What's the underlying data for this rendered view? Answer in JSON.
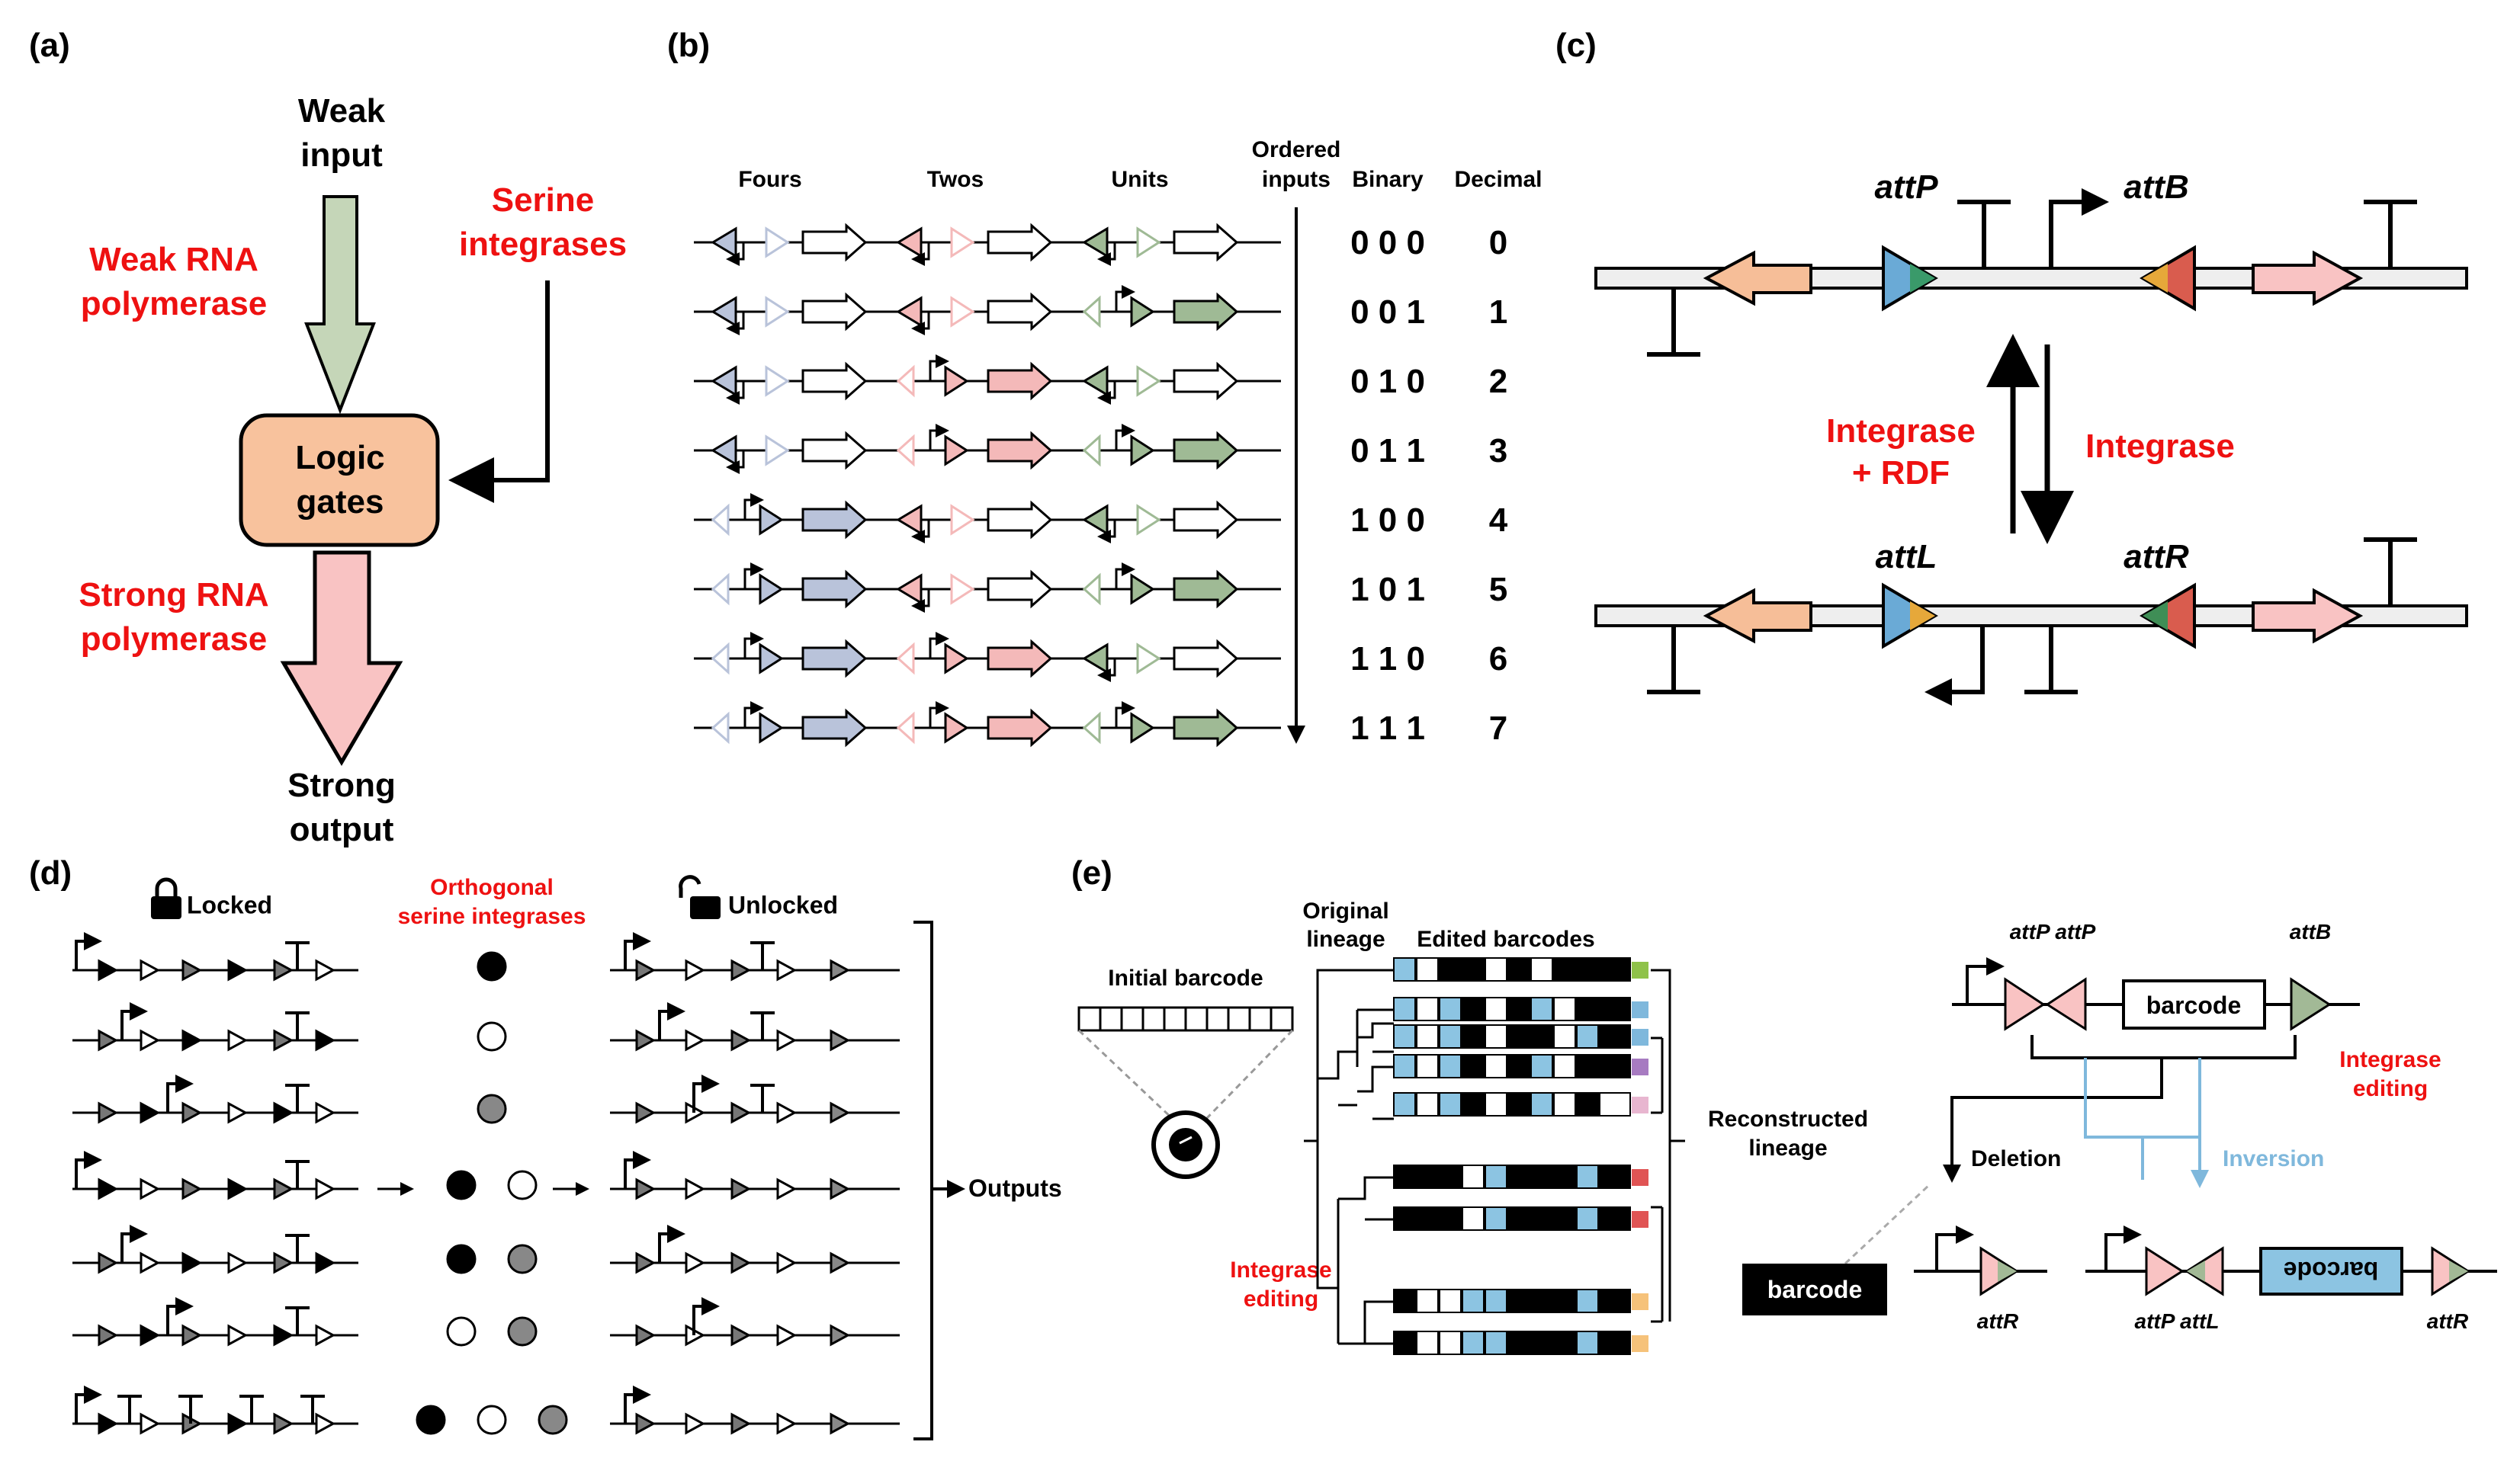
{
  "panels": {
    "a": {
      "label": "(a)",
      "weak_input": [
        "Weak",
        "input"
      ],
      "weak_rnap": [
        "Weak RNA",
        "polymerase"
      ],
      "serine": [
        "Serine",
        "integrases"
      ],
      "logic": [
        "Logic",
        "gates"
      ],
      "strong_rnap": [
        "Strong RNA",
        "polymerase"
      ],
      "strong_output": [
        "Strong",
        "output"
      ]
    },
    "b": {
      "label": "(b)",
      "headers": {
        "fours": "Fours",
        "twos": "Twos",
        "units": "Units",
        "ordered": [
          "Ordered",
          "inputs"
        ],
        "binary": "Binary",
        "decimal": "Decimal"
      },
      "binary": [
        "0 0 0",
        "0 0 1",
        "0 1 0",
        "0 1 1",
        "1 0 0",
        "1 0 1",
        "1 1 0",
        "1 1 1"
      ],
      "decimal": [
        "0",
        "1",
        "2",
        "3",
        "4",
        "5",
        "6",
        "7"
      ]
    },
    "c": {
      "label": "(c)",
      "attP": "attP",
      "attB": "attB",
      "attL": "attL",
      "attR": "attR",
      "integrase_rdf": [
        "Integrase",
        "+ RDF"
      ],
      "integrase": "Integrase"
    },
    "d": {
      "label": "(d)",
      "locked": "Locked",
      "unlocked": "Unlocked",
      "orthogonal": [
        "Orthogonal",
        "serine integrases"
      ],
      "outputs": "Outputs"
    },
    "e": {
      "label": "(e)",
      "initial_barcode": "Initial barcode",
      "original_lineage": [
        "Original",
        "lineage"
      ],
      "edited_barcodes": "Edited barcodes",
      "reconstructed": [
        "Reconstructed",
        "lineage"
      ],
      "integrase_editing_left": [
        "Integrase",
        "editing"
      ],
      "attP_attP": "attP attP",
      "attB": "attB",
      "barcode": "barcode",
      "integrase_editing_right": [
        "Integrase",
        "editing"
      ],
      "deletion": "Deletion",
      "inversion": "Inversion",
      "barcode_black": "barcode",
      "attR_left": "attR",
      "attP_attL": "attP attL",
      "attR_right": "attR",
      "barcode_inverted": "barcode"
    }
  },
  "colors": {
    "red_text": "#ee1111",
    "blue_text": "#7fb8dc",
    "green_arrow": "#c5d6b8",
    "pink_arrow": "#f9c3c3",
    "logic_box": "#f8c29d",
    "att_blue": "#6aaad6",
    "att_green": "#3a9a6a",
    "att_orange": "#e6a83a",
    "att_red": "#d95c4e",
    "att_darkgreen": "#3f8e56",
    "gene_orange": "#f6be98",
    "gene_pink": "#f9c3c3",
    "b_blue": "#b9c3da",
    "b_pink": "#f4b9b9",
    "b_green": "#9fba95",
    "barcode_blue": "#8cc4e2"
  }
}
